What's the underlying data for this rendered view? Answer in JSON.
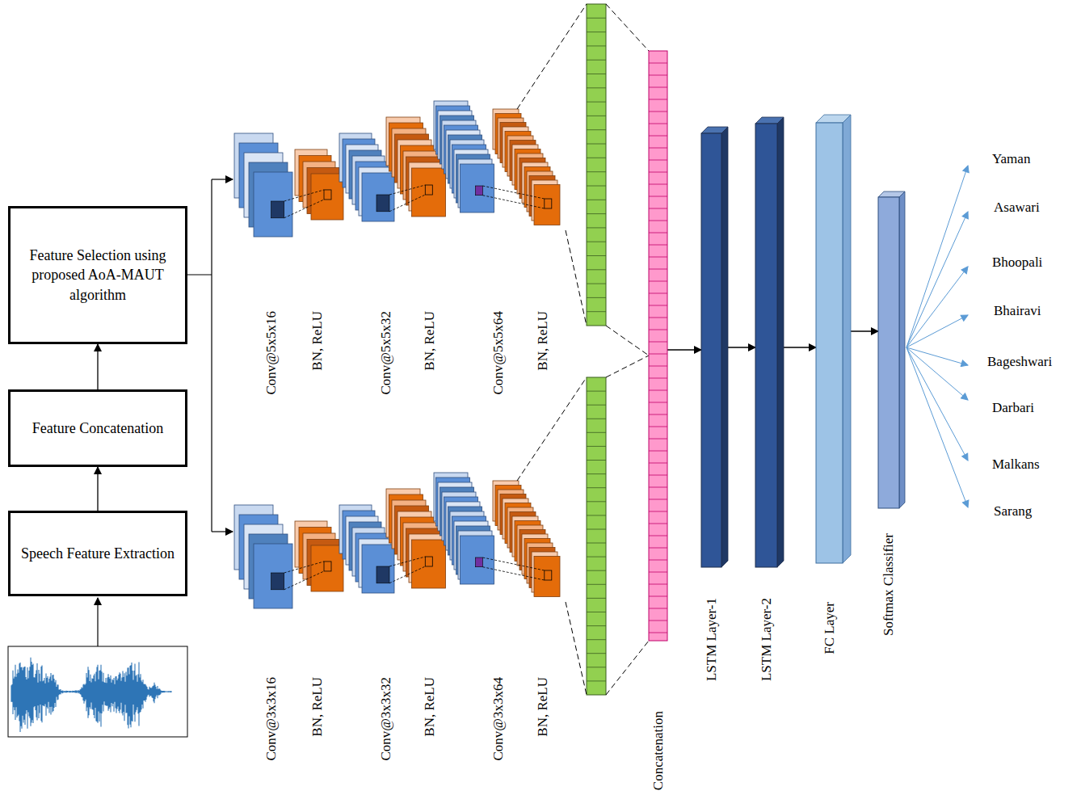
{
  "diagram": {
    "nodes": [
      {
        "text": [
          "Speech Feature Extraction"
        ]
      },
      {
        "text": [
          "Feature Concatenation"
        ]
      },
      {
        "text": [
          "Feature Selection using proposed AoA-MAUT algorithm"
        ]
      },
      {
        "text": [
          "Concatenation"
        ]
      },
      {
        "text": [
          "LSTM Layer-1"
        ]
      },
      {
        "text": [
          "LSTM Layer-2"
        ]
      },
      {
        "text": [
          "FC Layer"
        ]
      },
      {
        "text": [
          "Softmax Classifier"
        ]
      }
    ],
    "edges": [
      {
        "from": 0,
        "to": 1,
        "arrow": "to"
      },
      {
        "from": 1,
        "to": 2,
        "arrow": "to"
      },
      {
        "from": 3,
        "to": 4,
        "arrow": "to"
      },
      {
        "from": 4,
        "to": 5,
        "arrow": "to"
      },
      {
        "from": 5,
        "to": 6,
        "arrow": "to"
      },
      {
        "from": 6,
        "to": 7,
        "arrow": "to"
      }
    ],
    "labels": [
      "Conv@5x5x16",
      "BN, ReLU",
      "Conv@5x5x32",
      "BN, ReLU",
      "Conv@5x5x64",
      "BN, ReLU",
      "Conv@3x3x16",
      "BN, ReLU",
      "Conv@3x3x32",
      "BN, ReLU",
      "Conv@3x3x64",
      "BN, ReLU",
      "Yaman",
      "Asawari",
      "Bhoopali",
      "Bhairavi",
      "Bageshwari",
      "Darbari",
      "Malkans",
      "Sarang"
    ]
  }
}
